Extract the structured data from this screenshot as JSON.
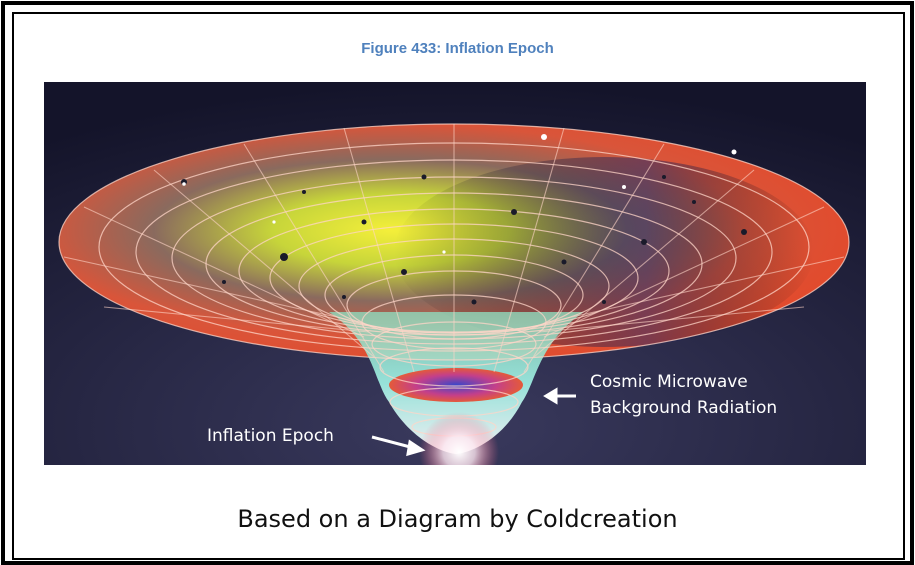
{
  "figure": {
    "caption": "Figure 433: Inflation Epoch",
    "labels": {
      "cmb_line1": "Cosmic Microwave",
      "cmb_line2": "Background Radiation",
      "inflation": "Inflation Epoch"
    },
    "credit": "Based on a Diagram by Coldcreation"
  },
  "colors": {
    "caption": "#4f81bd",
    "background": "#1a1b33",
    "disc_outer": "#e24a2c",
    "funnel_glow": "#d8fff4",
    "label_text": "#ffffff"
  }
}
